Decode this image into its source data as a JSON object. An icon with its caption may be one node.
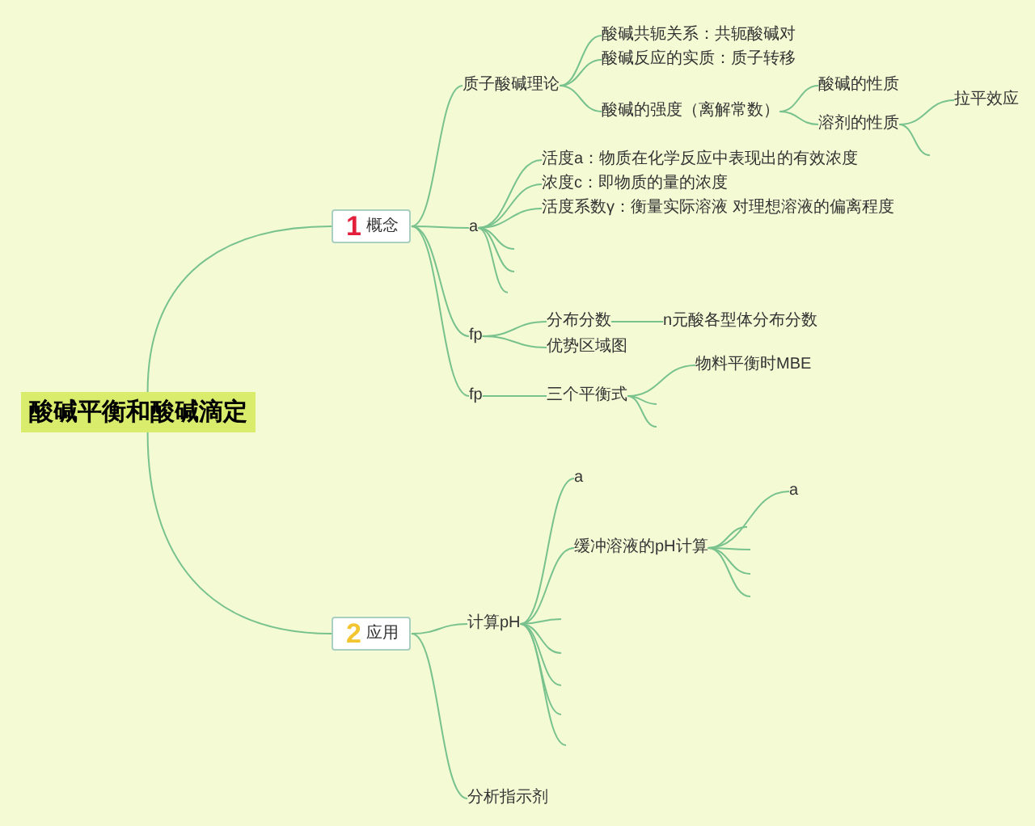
{
  "diagram": {
    "nodes": [
      {
        "text": [
          "酸碱平衡和酸碱滴定"
        ]
      },
      {
        "text": [
          "1",
          "概念"
        ]
      },
      {
        "text": [
          "质子酸碱理论"
        ]
      },
      {
        "text": [
          "酸碱共轭关系：共轭酸碱对"
        ]
      },
      {
        "text": [
          "酸碱反应的实质：质子转移"
        ]
      },
      {
        "text": [
          "酸碱的强度（离解常数）"
        ]
      },
      {
        "text": [
          "酸碱的性质"
        ]
      },
      {
        "text": [
          "溶剂的性质"
        ]
      },
      {
        "text": [
          "拉平效应"
        ]
      },
      {
        "text": [
          "a"
        ]
      },
      {
        "text": [
          "活度a：物质在化学反应中表现出的有效浓度"
        ]
      },
      {
        "text": [
          "浓度c：即物质的量的浓度"
        ]
      },
      {
        "text": [
          "活度系数γ：衡量实际溶液 对理想溶液的偏离程度"
        ]
      },
      {
        "text": [
          "fp"
        ]
      },
      {
        "text": [
          "分布分数"
        ]
      },
      {
        "text": [
          "n元酸各型体分布分数"
        ]
      },
      {
        "text": [
          "优势区域图"
        ]
      },
      {
        "text": [
          "fp"
        ]
      },
      {
        "text": [
          "三个平衡式"
        ]
      },
      {
        "text": [
          "物料平衡时MBE"
        ]
      },
      {
        "text": [
          "2",
          "应用"
        ]
      },
      {
        "text": [
          "计算pH"
        ]
      },
      {
        "text": [
          "a"
        ]
      },
      {
        "text": [
          "缓冲溶液的pH计算"
        ]
      },
      {
        "text": [
          "a"
        ]
      },
      {
        "text": [
          "分析指示剂"
        ]
      }
    ],
    "edges": [
      {
        "from": 0,
        "to": 1,
        "arrow": "none"
      },
      {
        "from": 0,
        "to": 20,
        "arrow": "none"
      },
      {
        "from": 1,
        "to": 2,
        "arrow": "none"
      },
      {
        "from": 2,
        "to": 3,
        "arrow": "none"
      },
      {
        "from": 2,
        "to": 4,
        "arrow": "none"
      },
      {
        "from": 2,
        "to": 5,
        "arrow": "none"
      },
      {
        "from": 5,
        "to": 6,
        "arrow": "none"
      },
      {
        "from": 5,
        "to": 7,
        "arrow": "none"
      },
      {
        "from": 7,
        "to": 8,
        "arrow": "none"
      },
      {
        "from": 7,
        "to": null,
        "arrow": "none"
      },
      {
        "from": 1,
        "to": 9,
        "arrow": "none"
      },
      {
        "from": 9,
        "to": 10,
        "arrow": "none"
      },
      {
        "from": 9,
        "to": 11,
        "arrow": "none"
      },
      {
        "from": 9,
        "to": 12,
        "arrow": "none"
      },
      {
        "from": 9,
        "to": null,
        "arrow": "none"
      },
      {
        "from": 9,
        "to": null,
        "arrow": "none"
      },
      {
        "from": 9,
        "to": null,
        "arrow": "none"
      },
      {
        "from": 1,
        "to": 13,
        "arrow": "none"
      },
      {
        "from": 13,
        "to": 14,
        "arrow": "none"
      },
      {
        "from": 14,
        "to": 15,
        "arrow": "none"
      },
      {
        "from": 13,
        "to": 16,
        "arrow": "none"
      },
      {
        "from": 1,
        "to": 17,
        "arrow": "none"
      },
      {
        "from": 17,
        "to": 18,
        "arrow": "none"
      },
      {
        "from": 18,
        "to": 19,
        "arrow": "none"
      },
      {
        "from": 18,
        "to": null,
        "arrow": "none"
      },
      {
        "from": 18,
        "to": null,
        "arrow": "none"
      },
      {
        "from": 20,
        "to": 21,
        "arrow": "none"
      },
      {
        "from": 21,
        "to": 22,
        "arrow": "none"
      },
      {
        "from": 21,
        "to": 23,
        "arrow": "none"
      },
      {
        "from": 23,
        "to": 24,
        "arrow": "none"
      },
      {
        "from": 23,
        "to": null,
        "arrow": "none"
      },
      {
        "from": 23,
        "to": null,
        "arrow": "none"
      },
      {
        "from": 23,
        "to": null,
        "arrow": "none"
      },
      {
        "from": 23,
        "to": null,
        "arrow": "none"
      },
      {
        "from": 21,
        "to": null,
        "arrow": "none"
      },
      {
        "from": 21,
        "to": null,
        "arrow": "none"
      },
      {
        "from": 21,
        "to": null,
        "arrow": "none"
      },
      {
        "from": 21,
        "to": null,
        "arrow": "none"
      },
      {
        "from": 21,
        "to": null,
        "arrow": "none"
      },
      {
        "from": 20,
        "to": 25,
        "arrow": "none"
      }
    ]
  }
}
